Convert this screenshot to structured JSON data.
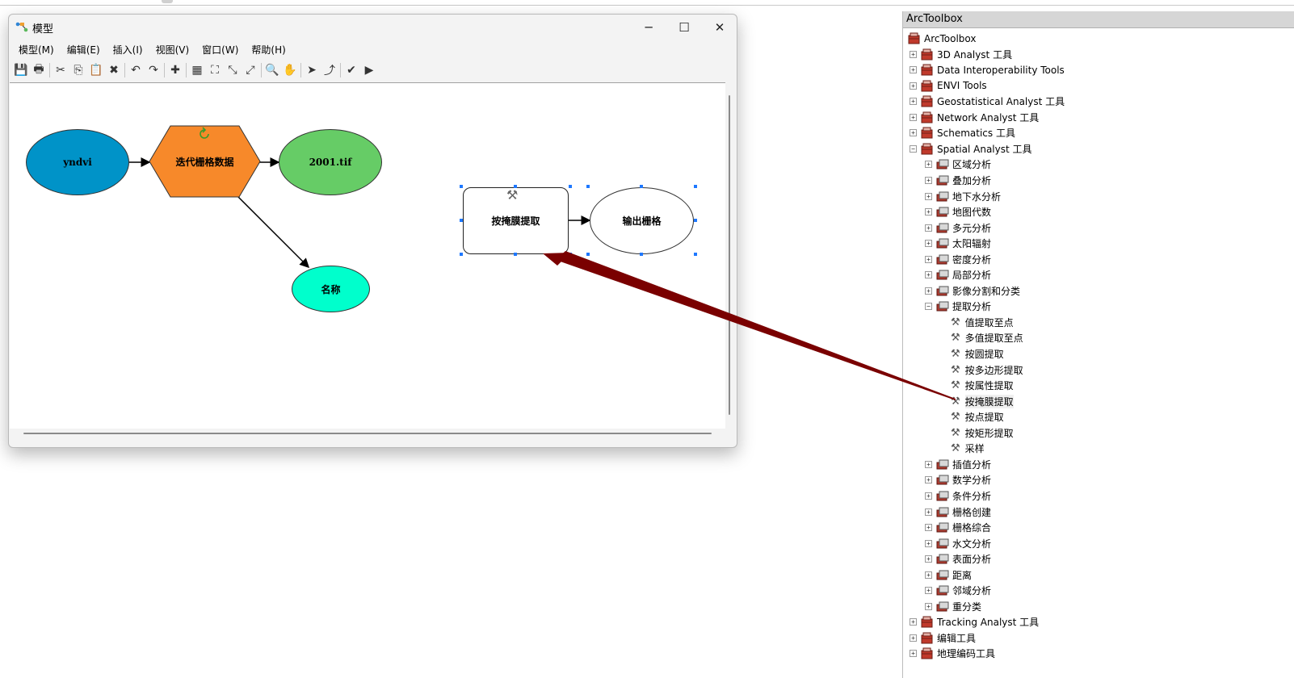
{
  "window": {
    "title": "模型",
    "controls": {
      "minimize": "─",
      "maximize": "☐",
      "close": "✕"
    }
  },
  "menu": [
    "模型(M)",
    "编辑(E)",
    "插入(I)",
    "视图(V)",
    "窗口(W)",
    "帮助(H)"
  ],
  "toolbar": [
    {
      "name": "save-icon",
      "glyph": "💾"
    },
    {
      "name": "print-icon",
      "glyph": "🖶"
    },
    {
      "sep": true
    },
    {
      "name": "cut-icon",
      "glyph": "✂"
    },
    {
      "name": "copy-icon",
      "glyph": "⎘"
    },
    {
      "name": "paste-icon",
      "glyph": "📋"
    },
    {
      "name": "delete-icon",
      "glyph": "✖"
    },
    {
      "sep": true
    },
    {
      "name": "undo-icon",
      "glyph": "↶"
    },
    {
      "name": "redo-icon",
      "glyph": "↷"
    },
    {
      "sep": true
    },
    {
      "name": "add-data-icon",
      "glyph": "✚"
    },
    {
      "sep": true
    },
    {
      "name": "auto-layout-icon",
      "glyph": "▦"
    },
    {
      "name": "full-extent-icon",
      "glyph": "⛶"
    },
    {
      "name": "fixed-zoom-out-icon",
      "glyph": "⤡"
    },
    {
      "name": "fixed-zoom-in-icon",
      "glyph": "⤢"
    },
    {
      "sep": true
    },
    {
      "name": "zoom-icon",
      "glyph": "🔍"
    },
    {
      "name": "pan-icon",
      "glyph": "✋"
    },
    {
      "sep": true
    },
    {
      "name": "select-icon",
      "glyph": "➤"
    },
    {
      "name": "connect-icon",
      "glyph": "⤴"
    },
    {
      "sep": true
    },
    {
      "name": "validate-icon",
      "glyph": "✔"
    },
    {
      "name": "run-icon",
      "glyph": "▶"
    }
  ],
  "diagram": {
    "nodes": {
      "yndvi": "yndvi",
      "iterate": "迭代栅格数据",
      "tif": "2001.tif",
      "name": "名称",
      "extract": "按掩膜提取",
      "output": "输出栅格"
    },
    "colors": {
      "yndvi": "#0093c8",
      "iterate": "#f7892a",
      "tif": "#66cc66",
      "name": "#00ffcc",
      "output": "#ffffff",
      "drag_arrow": "#7a0000"
    }
  },
  "toolbox": {
    "title": "ArcToolbox",
    "items": [
      {
        "level": 0,
        "exp": "",
        "icon": "box",
        "label": "ArcToolbox"
      },
      {
        "level": 1,
        "exp": "+",
        "icon": "box",
        "label": "3D Analyst 工具"
      },
      {
        "level": 1,
        "exp": "+",
        "icon": "box",
        "label": "Data Interoperability Tools"
      },
      {
        "level": 1,
        "exp": "+",
        "icon": "box",
        "label": "ENVI Tools"
      },
      {
        "level": 1,
        "exp": "+",
        "icon": "box",
        "label": "Geostatistical Analyst 工具"
      },
      {
        "level": 1,
        "exp": "+",
        "icon": "box",
        "label": "Network Analyst 工具"
      },
      {
        "level": 1,
        "exp": "+",
        "icon": "box",
        "label": "Schematics 工具"
      },
      {
        "level": 1,
        "exp": "−",
        "icon": "box",
        "label": "Spatial Analyst 工具"
      },
      {
        "level": 2,
        "exp": "+",
        "icon": "set",
        "label": "区域分析"
      },
      {
        "level": 2,
        "exp": "+",
        "icon": "set",
        "label": "叠加分析"
      },
      {
        "level": 2,
        "exp": "+",
        "icon": "set",
        "label": "地下水分析"
      },
      {
        "level": 2,
        "exp": "+",
        "icon": "set",
        "label": "地图代数"
      },
      {
        "level": 2,
        "exp": "+",
        "icon": "set",
        "label": "多元分析"
      },
      {
        "level": 2,
        "exp": "+",
        "icon": "set",
        "label": "太阳辐射"
      },
      {
        "level": 2,
        "exp": "+",
        "icon": "set",
        "label": "密度分析"
      },
      {
        "level": 2,
        "exp": "+",
        "icon": "set",
        "label": "局部分析"
      },
      {
        "level": 2,
        "exp": "+",
        "icon": "set",
        "label": "影像分割和分类"
      },
      {
        "level": 2,
        "exp": "−",
        "icon": "set",
        "label": "提取分析"
      },
      {
        "level": 3,
        "exp": "",
        "icon": "tool",
        "label": "值提取至点"
      },
      {
        "level": 3,
        "exp": "",
        "icon": "tool",
        "label": "多值提取至点"
      },
      {
        "level": 3,
        "exp": "",
        "icon": "tool",
        "label": "按圆提取"
      },
      {
        "level": 3,
        "exp": "",
        "icon": "tool",
        "label": "按多边形提取"
      },
      {
        "level": 3,
        "exp": "",
        "icon": "tool",
        "label": "按属性提取"
      },
      {
        "level": 3,
        "exp": "",
        "icon": "tool",
        "label": "按掩膜提取",
        "hl": true
      },
      {
        "level": 3,
        "exp": "",
        "icon": "tool",
        "label": "按点提取"
      },
      {
        "level": 3,
        "exp": "",
        "icon": "tool",
        "label": "按矩形提取"
      },
      {
        "level": 3,
        "exp": "",
        "icon": "tool",
        "label": "采样"
      },
      {
        "level": 2,
        "exp": "+",
        "icon": "set",
        "label": "插值分析"
      },
      {
        "level": 2,
        "exp": "+",
        "icon": "set",
        "label": "数学分析"
      },
      {
        "level": 2,
        "exp": "+",
        "icon": "set",
        "label": "条件分析"
      },
      {
        "level": 2,
        "exp": "+",
        "icon": "set",
        "label": "栅格创建"
      },
      {
        "level": 2,
        "exp": "+",
        "icon": "set",
        "label": "栅格综合"
      },
      {
        "level": 2,
        "exp": "+",
        "icon": "set",
        "label": "水文分析"
      },
      {
        "level": 2,
        "exp": "+",
        "icon": "set",
        "label": "表面分析"
      },
      {
        "level": 2,
        "exp": "+",
        "icon": "set",
        "label": "距离"
      },
      {
        "level": 2,
        "exp": "+",
        "icon": "set",
        "label": "邻域分析"
      },
      {
        "level": 2,
        "exp": "+",
        "icon": "set",
        "label": "重分类"
      },
      {
        "level": 1,
        "exp": "+",
        "icon": "box",
        "label": "Tracking Analyst 工具"
      },
      {
        "level": 1,
        "exp": "+",
        "icon": "box",
        "label": "编辑工具"
      },
      {
        "level": 1,
        "exp": "+",
        "icon": "box",
        "label": "地理编码工具"
      }
    ]
  }
}
